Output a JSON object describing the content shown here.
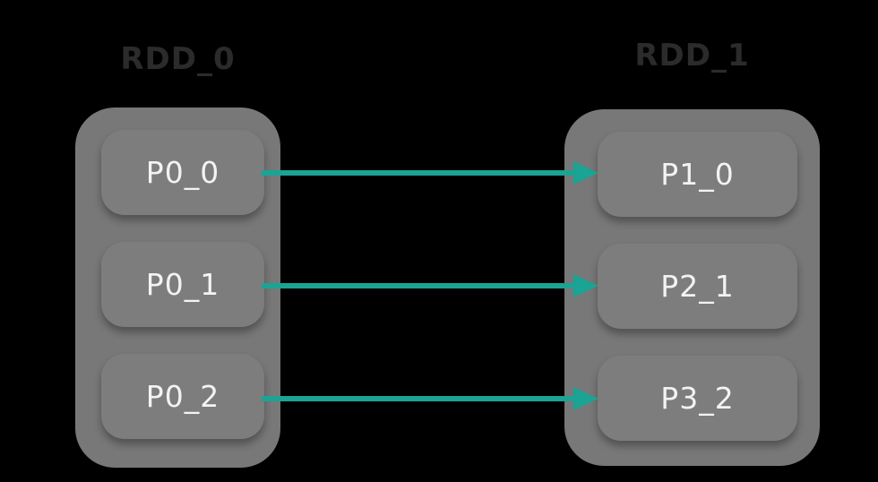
{
  "diagram": {
    "kind": "rdd-dependency-diagram",
    "rdds": [
      {
        "title": "RDD_0",
        "partitions": [
          "P0_0",
          "P0_1",
          "P0_2"
        ]
      },
      {
        "title": "RDD_1",
        "partitions": [
          "P1_0",
          "P2_1",
          "P3_2"
        ]
      }
    ],
    "edges": [
      {
        "from": "P0_0",
        "to": "P1_0"
      },
      {
        "from": "P0_1",
        "to": "P2_1"
      },
      {
        "from": "P0_2",
        "to": "P3_2"
      }
    ],
    "colors": {
      "background": "#000000",
      "container": "#787878",
      "partition": "#7d7d7d",
      "arrow": "#1ba393",
      "title_text": "#2b2b2b",
      "partition_text": "#f3f3f3"
    }
  }
}
